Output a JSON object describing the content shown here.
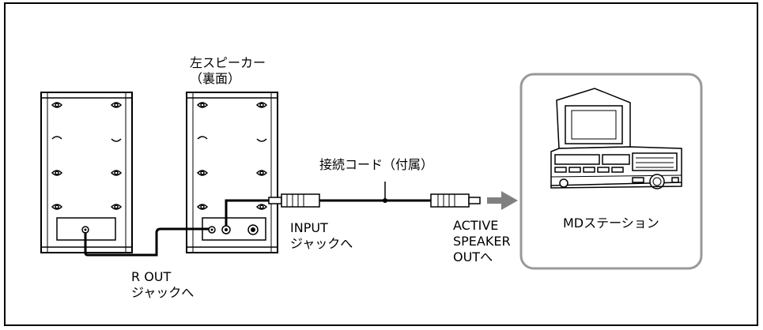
{
  "labels": {
    "left_speaker": [
      "左スピーカー",
      "（裏面）"
    ],
    "cable": "接続コード（付属）",
    "input_jack": [
      "INPUT",
      "ジャックへ"
    ],
    "r_out_jack": [
      "R OUT",
      "ジャックへ"
    ],
    "active_speaker_out": [
      "ACTIVE",
      "SPEAKER",
      "OUTへ"
    ],
    "md_station": "MDステーション"
  },
  "colors": {
    "line": "#000000",
    "station_border": "#999999",
    "arrow": "#808080",
    "panel": "#ffffff"
  }
}
